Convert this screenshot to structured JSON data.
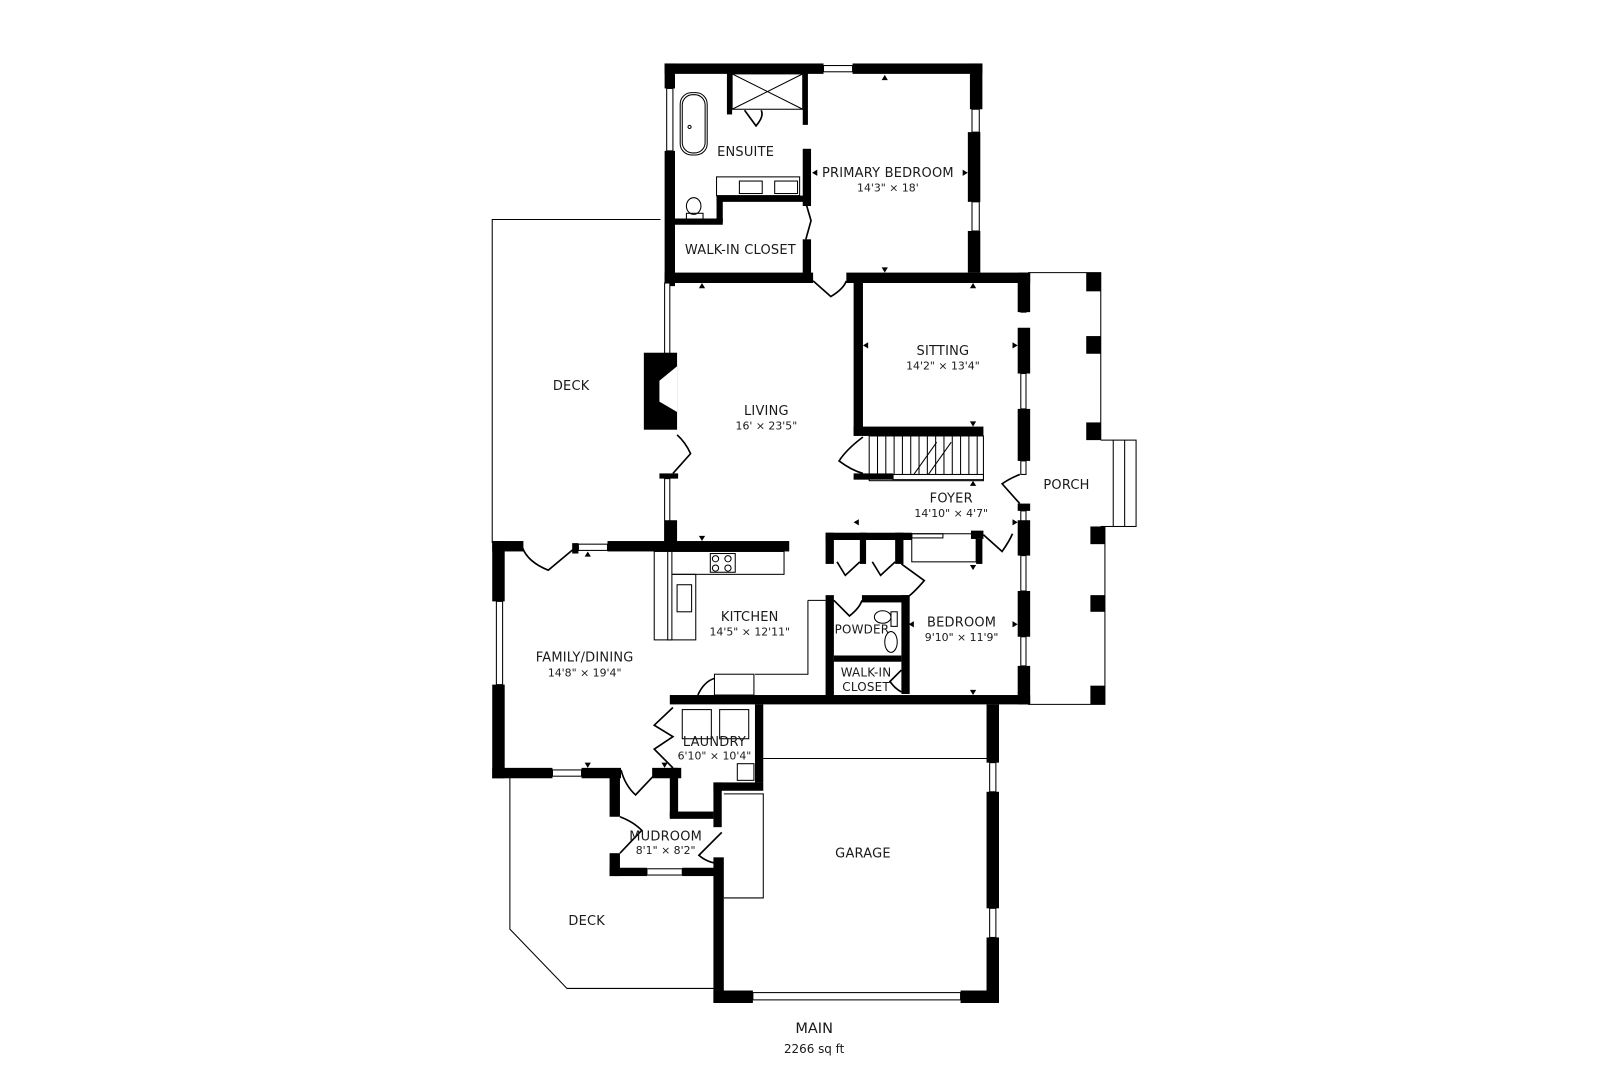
{
  "plan": {
    "floor_name": "MAIN",
    "total_area": "2266 sq ft",
    "colors": {
      "wall": "#000000",
      "background": "#ffffff",
      "text": "#1a1a1a"
    }
  },
  "rooms": {
    "ensuite": {
      "name": "ENSUITE"
    },
    "primary_bedroom": {
      "name": "PRIMARY BEDROOM",
      "dimensions": "14'3\" × 18'"
    },
    "walk_in_closet_primary": {
      "name": "WALK-IN CLOSET"
    },
    "deck_upper": {
      "name": "DECK"
    },
    "living": {
      "name": "LIVING",
      "dimensions": "16' × 23'5\""
    },
    "sitting": {
      "name": "SITTING",
      "dimensions": "14'2\" × 13'4\""
    },
    "foyer": {
      "name": "FOYER",
      "dimensions": "14'10\" × 4'7\""
    },
    "porch": {
      "name": "PORCH"
    },
    "kitchen": {
      "name": "KITCHEN",
      "dimensions": "14'5\" × 12'11\""
    },
    "family_dining": {
      "name": "FAMILY/DINING",
      "dimensions": "14'8\" × 19'4\""
    },
    "powder": {
      "name": "POWDER"
    },
    "bedroom": {
      "name": "BEDROOM",
      "dimensions": "9'10\" × 11'9\""
    },
    "walk_in_closet_bedroom": {
      "name_line1": "WALK-IN",
      "name_line2": "CLOSET"
    },
    "laundry": {
      "name": "LAUNDRY",
      "dimensions": "6'10\" × 10'4\""
    },
    "mudroom": {
      "name": "MUDROOM",
      "dimensions": "8'1\" × 8'2\""
    },
    "garage": {
      "name": "GARAGE"
    },
    "deck_lower": {
      "name": "DECK"
    }
  }
}
